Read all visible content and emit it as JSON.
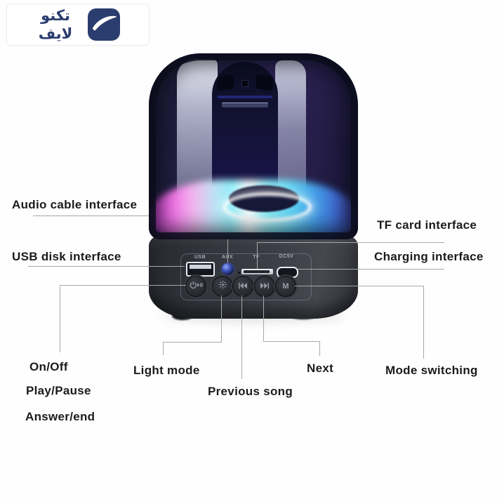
{
  "logo": {
    "text_line1": "تكنو",
    "text_line2": "لايف"
  },
  "callouts": {
    "audio_cable": "Audio cable interface",
    "usb_disk": "USB disk interface",
    "tf_card": "TF card interface",
    "charging": "Charging interface",
    "power_functions": [
      "On/Off",
      "Play/Pause",
      "Answer/end"
    ],
    "light_mode": "Light mode",
    "previous_song": "Previous song",
    "next": "Next",
    "mode_switching": "Mode switching"
  },
  "device": {
    "port_labels": {
      "usb": "USB",
      "aux": "AUX",
      "tf": "TF",
      "dc": "DC5V"
    },
    "buttons": [
      {
        "id": "power-play",
        "icon": "power-play-icon"
      },
      {
        "id": "light-mode",
        "icon": "sun-icon"
      },
      {
        "id": "previous-track",
        "icon": "previous-track-icon"
      },
      {
        "id": "next-track",
        "icon": "next-track-icon"
      },
      {
        "id": "mode",
        "label": "M"
      }
    ]
  },
  "colors": {
    "brand_navy": "#2b3c6e",
    "label_text": "#1b1b1b",
    "callout_line": "#a6a8ab",
    "device_base": "#34363c",
    "glass_tint": "#231f45",
    "rgb_glow": [
      "#d94fd8",
      "#f0b9ee",
      "#8feef8",
      "#62d4f2",
      "#3f6ad2"
    ]
  }
}
